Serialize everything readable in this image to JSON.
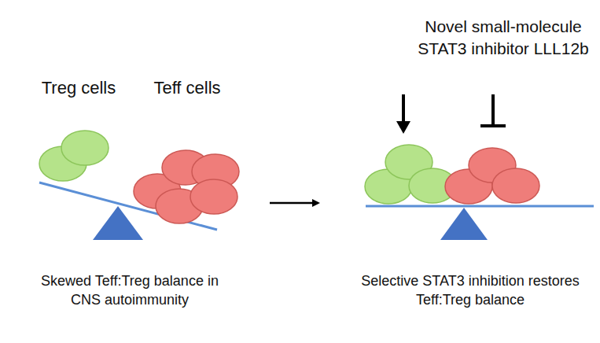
{
  "diagram": {
    "labels": [
      "Treg cells",
      "Teff cells",
      "Novel small-molecule STAT3 inhibitor LLL12b",
      "Skewed Teff:Treg balance in CNS autoimmunity",
      "Selective STAT3 inhibition restores Teff:Treg balance"
    ]
  }
}
